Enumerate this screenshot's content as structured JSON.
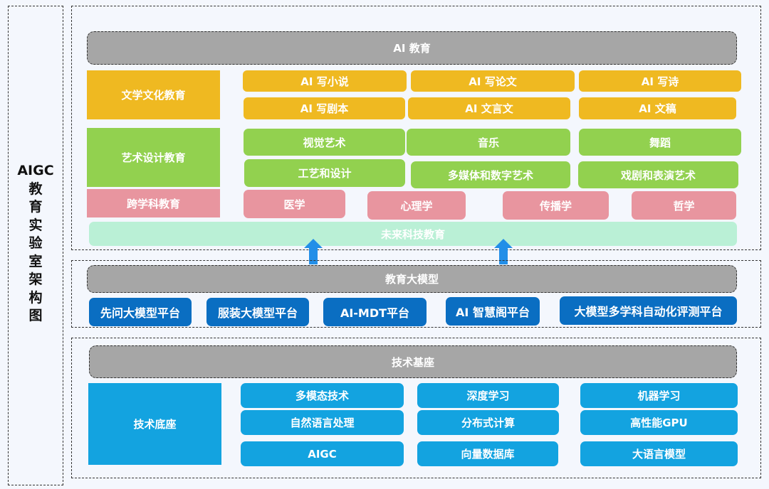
{
  "title": {
    "lines": [
      "AIGC",
      "教",
      "育",
      "实",
      "验",
      "室",
      "架",
      "构",
      "图"
    ]
  },
  "ai_education": {
    "header": "AI 教育",
    "literature": {
      "label": "文学文化教育",
      "items": [
        "AI 写小说",
        "AI 写论文",
        "AI 写诗",
        "AI 写剧本",
        "AI 文言文",
        "AI 文稿"
      ]
    },
    "art_design": {
      "label": "艺术设计教育",
      "items": [
        "视觉艺术",
        "音乐",
        "舞蹈",
        "工艺和设计",
        "多媒体和数字艺术",
        "戏剧和表演艺术"
      ]
    },
    "interdisciplinary": {
      "label": "跨学科教育",
      "items": [
        "医学",
        "心理学",
        "传播学",
        "哲学"
      ]
    },
    "future_tech": "未来科技教育"
  },
  "edu_model": {
    "header": "教育大模型",
    "platforms": [
      "先问大模型平台",
      "服装大模型平台",
      "AI-MDT平台",
      "AI 智慧阁平台",
      "大模型多学科自动化评测平台"
    ]
  },
  "tech_base": {
    "header": "技术基座",
    "label": "技术底座",
    "items": [
      "多模态技术",
      "深度学习",
      "机器学习",
      "自然语言处理",
      "分布式计算",
      "高性能GPU",
      "AIGC",
      "向量数据库",
      "大语言模型"
    ]
  },
  "icons": {
    "arrows": [
      "arrow-up-icon",
      "arrow-up-icon"
    ]
  },
  "colors": {
    "header_gray": "#a6a6a6",
    "literature_yellow": "#efb921",
    "art_green": "#92d14f",
    "interdisciplinary_pink": "#e8959f",
    "future_mint": "#baf0d6",
    "platform_navy": "#0a6ec2",
    "tech_cyan": "#13a3e0",
    "arrow_blue": "#238fe8"
  }
}
